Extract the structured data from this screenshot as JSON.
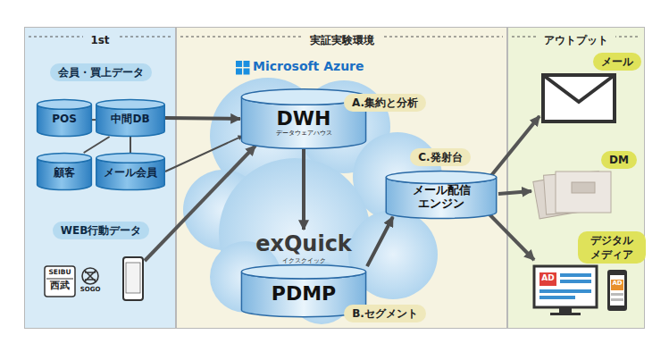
{
  "diagram": {
    "nodes": [
      {
        "text": [
          "1st"
        ]
      },
      {
        "text": [
          "会員・買上データ"
        ],
        "in": 0
      },
      {
        "text": [
          "POS"
        ],
        "in": 0
      },
      {
        "text": [
          "中間DB"
        ],
        "in": 0
      },
      {
        "text": [
          "顧客"
        ],
        "in": 0
      },
      {
        "text": [
          "メール会員"
        ],
        "in": 0
      },
      {
        "text": [
          "WEB行動データ"
        ],
        "in": 0
      },
      {
        "text": [
          "実証実験環境"
        ]
      },
      {
        "text": [
          "DWH",
          "データウェアハウス"
        ],
        "in": 7
      },
      {
        "text": [
          "A.集約と分析"
        ],
        "in": 7
      },
      {
        "text": [
          "C.発射台"
        ],
        "in": 7
      },
      {
        "text": [
          "メール配信 エンジン"
        ],
        "in": 7
      },
      {
        "text": [
          "exQuick",
          "イクスクイック",
          "PDMP"
        ],
        "in": 7
      },
      {
        "text": [
          "B.セグメント"
        ],
        "in": 7
      },
      {
        "text": [
          "アウトプット"
        ]
      },
      {
        "text": [
          "メール"
        ],
        "in": 14
      },
      {
        "text": [
          "DM"
        ],
        "in": 14
      },
      {
        "text": [
          "デジタル メディア"
        ],
        "in": 14
      }
    ],
    "edges": [
      {
        "from": 2,
        "to": 3,
        "arrow": "none"
      },
      {
        "from": 3,
        "to": 4,
        "arrow": "none"
      },
      {
        "from": 3,
        "to": 5,
        "arrow": "none"
      },
      {
        "from": 3,
        "to": 8,
        "arrow": "to"
      },
      {
        "from": 5,
        "to": 8,
        "arrow": "to"
      },
      {
        "from": 8,
        "to": 12,
        "arrow": "to"
      },
      {
        "from": 12,
        "to": 11,
        "arrow": "to"
      }
    ],
    "labels": [
      "Microsoft Azure",
      "SEIBU",
      "西武",
      "SOGO",
      "AD",
      "AD"
    ]
  }
}
